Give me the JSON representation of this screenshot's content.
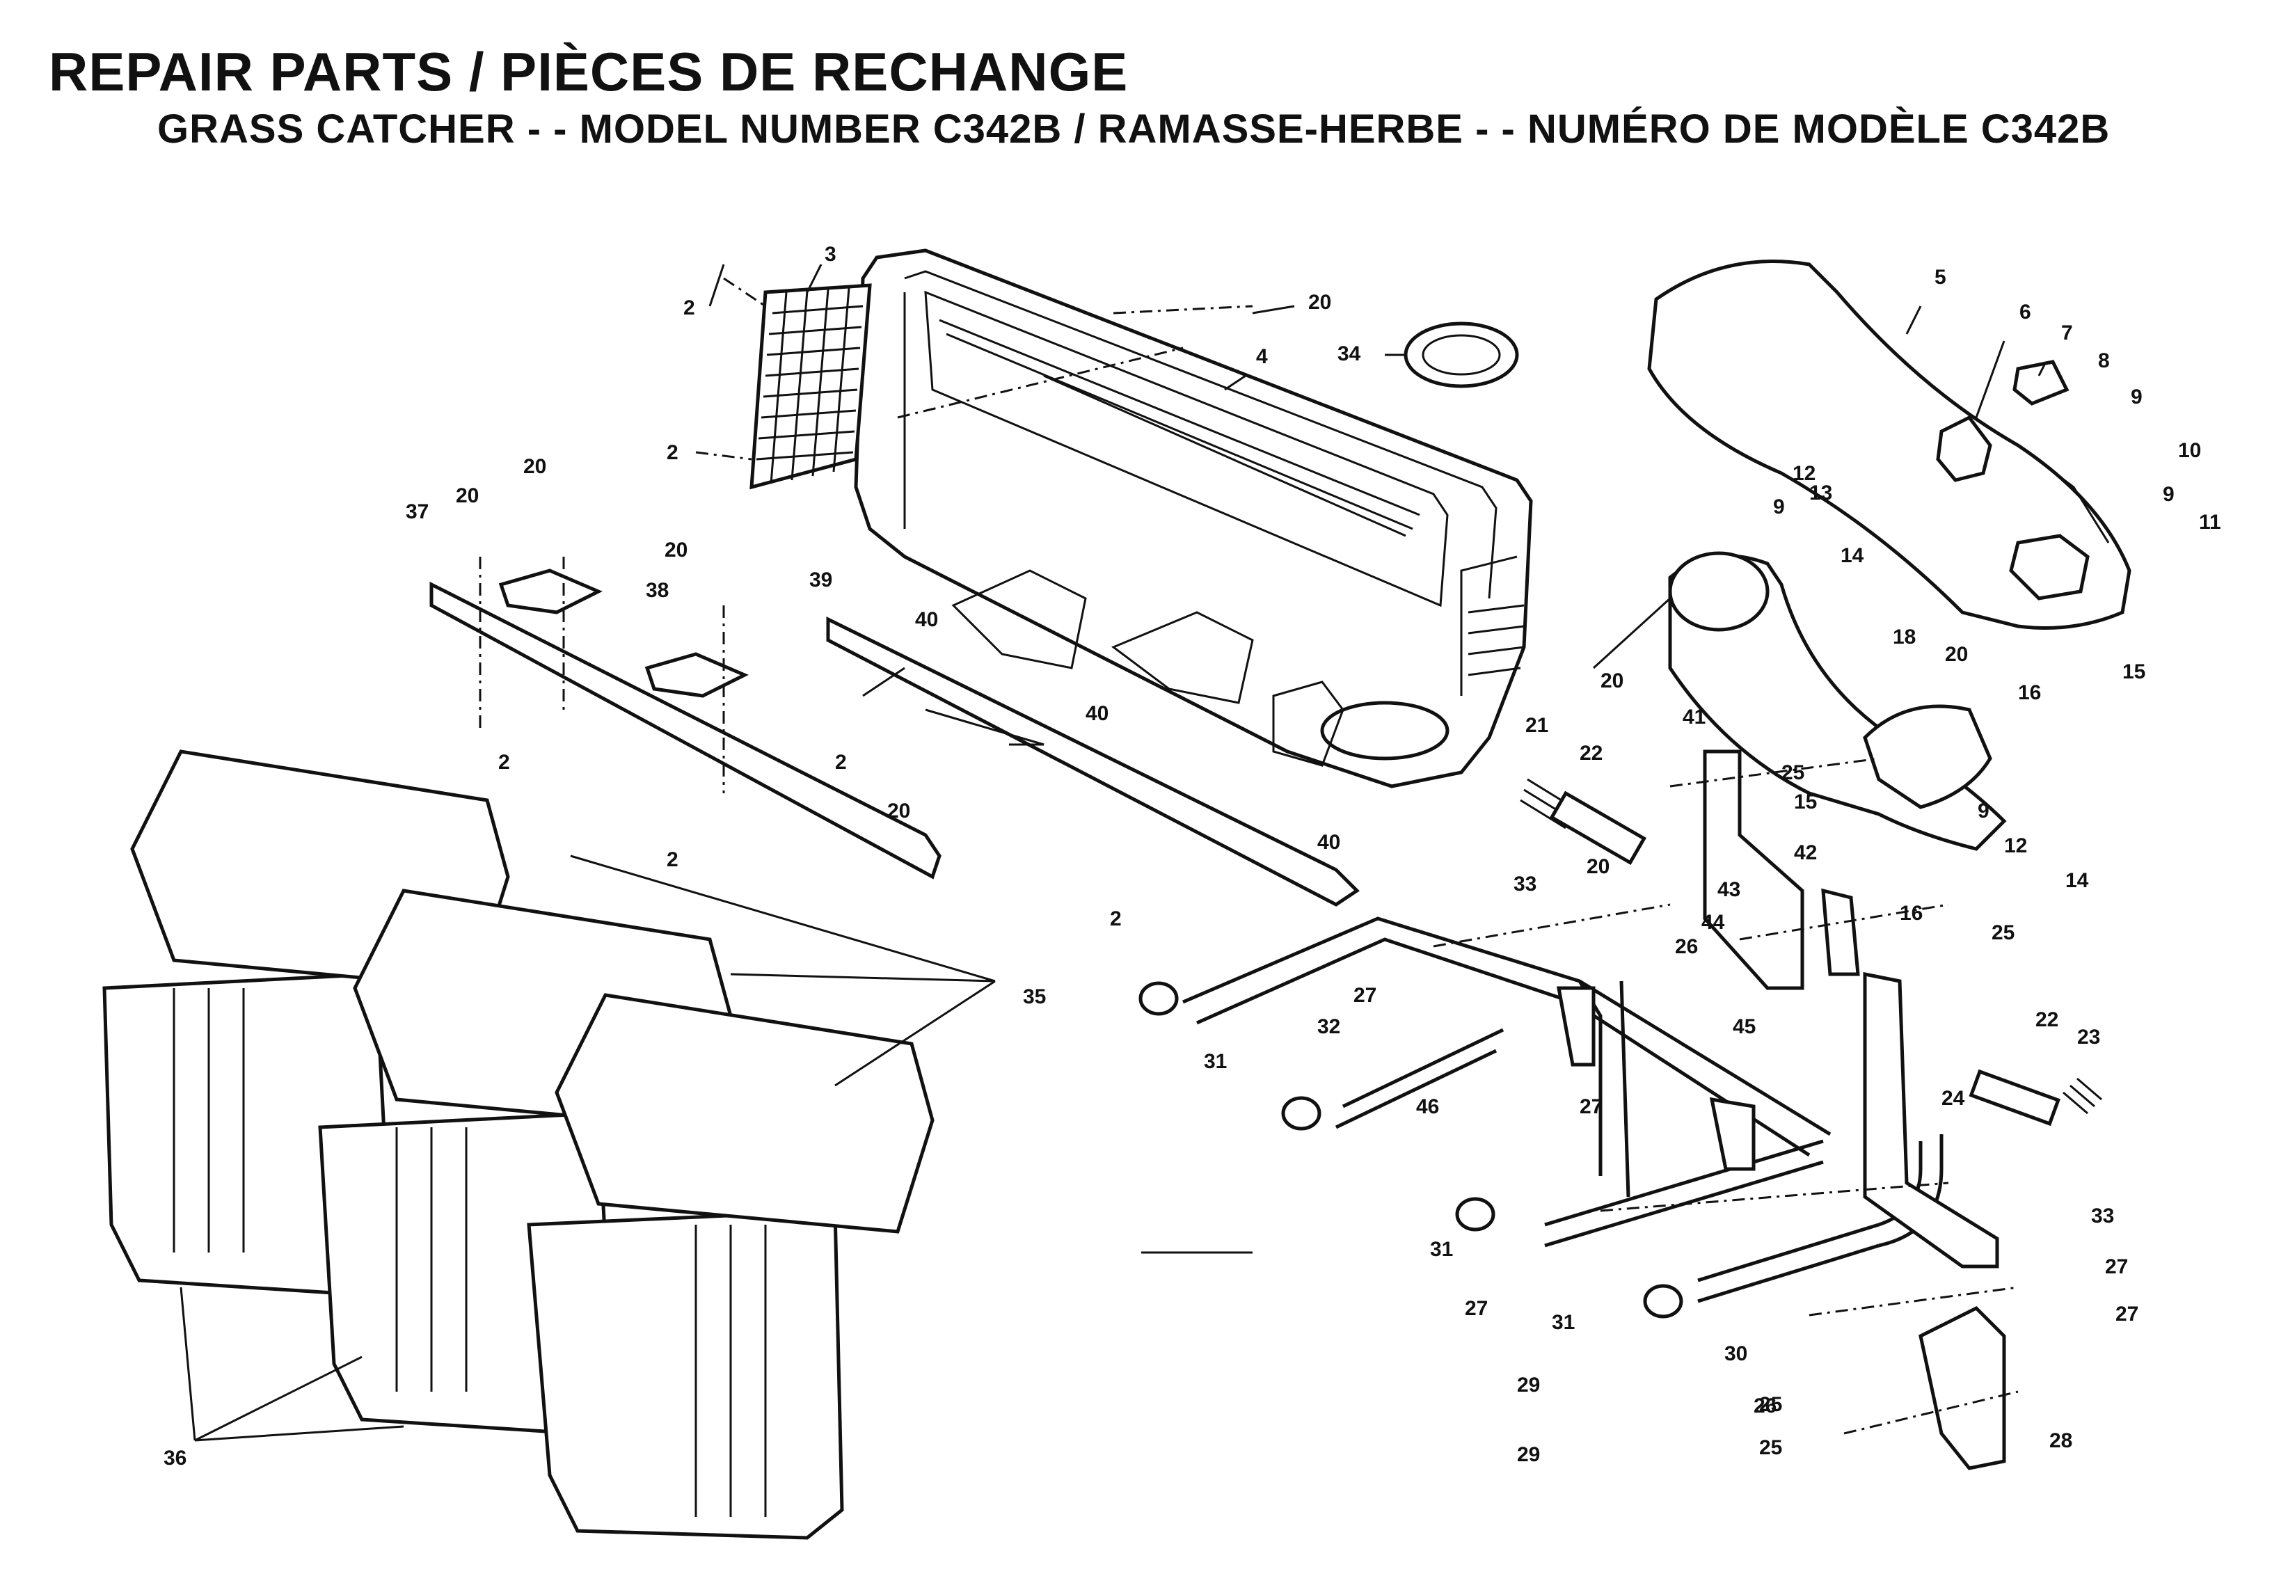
{
  "header": {
    "title": "REPAIR PARTS / PIÈCES DE RECHANGE",
    "subtitle": "GRASS CATCHER - - MODEL NUMBER C342B / RAMASSE-HERBE - - NUMÉRO  DE MODÈLE C342B"
  },
  "callouts": {
    "c2a": "2",
    "c3": "3",
    "c20a": "20",
    "c4": "4",
    "c34": "34",
    "c2b": "2",
    "c5": "5",
    "c6": "6",
    "c7": "7",
    "c8": "8",
    "c9a": "9",
    "c10": "10",
    "c9b": "9",
    "c11": "11",
    "c12a": "12",
    "c13": "13",
    "c9c": "9",
    "c14a": "14",
    "c20b": "20",
    "c37": "37",
    "c20c": "20",
    "c38": "38",
    "c20d": "20",
    "c39": "39",
    "c40a": "40",
    "c2c": "2",
    "c2d": "2",
    "c40b": "40",
    "c20e": "20",
    "c2e": "2",
    "c20f": "20",
    "c18": "18",
    "c20g": "20",
    "c16a": "16",
    "c15a": "15",
    "c21": "21",
    "c22a": "22",
    "c41": "41",
    "c25a": "25",
    "c15b": "15",
    "c9d": "9",
    "c12b": "12",
    "c14b": "14",
    "c16b": "16",
    "c20h": "20",
    "c40c": "40",
    "c33a": "33",
    "c2f": "2",
    "c35": "35",
    "c42": "42",
    "c43": "43",
    "c44": "44",
    "c26a": "26",
    "c25b": "25",
    "c27a": "27",
    "c45": "45",
    "c32": "32",
    "c31a": "31",
    "c46": "46",
    "c22b": "22",
    "c23": "23",
    "c24": "24",
    "c27b": "27",
    "c33b": "33",
    "c31b": "31",
    "c27c": "27",
    "c31c": "31",
    "c27d": "27",
    "c27e": "27",
    "c30": "30",
    "c29a": "29",
    "c26b": "26",
    "c25c": "25",
    "c28": "28",
    "c29b": "29",
    "c25d": "25",
    "c36": "36"
  }
}
